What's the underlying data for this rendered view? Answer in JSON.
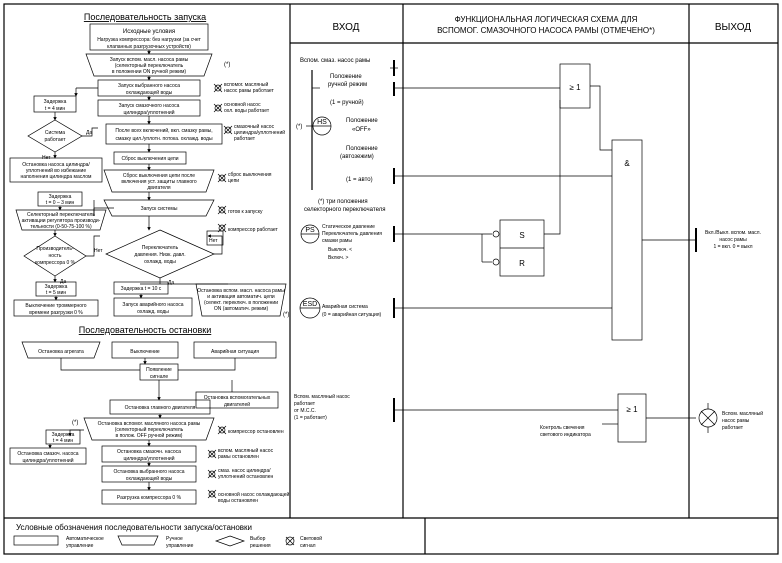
{
  "header": {
    "start_sequence_title": "Последовательность запуска",
    "input": "ВХОД",
    "logic_title_1": "ФУНКЦИОНАЛЬНАЯ ЛОГИЧЕСКАЯ СХЕМА ДЛЯ",
    "logic_title_2": "ВСПОМОГ. СМАЗОЧНОГО НАСОСА РАМЫ (ОТМЕЧЕНО*)",
    "output": "ВЫХОД"
  },
  "start": {
    "initial_1": "Исходные условия",
    "initial_2": "Нагрузка компрессора: без нагрузки (за счет",
    "initial_3": "клапанных разгрузочных устройств)",
    "s1_1": "Запуск вспом. масл. насоса рамы",
    "s1_2": "(селекторный переключатель",
    "s1_3": "в положении ON ручной режим)",
    "s1_star": "(*)",
    "s2_1": "Запуск выбранного насоса",
    "s2_2": "охлаждающей воды",
    "s2_note_1": "вспомог. масляный",
    "s2_note_2": "насос рамы работает",
    "s3_1": "Запуск смазочного насоса",
    "s3_2": "цилиндра/уплотнений",
    "s3_note_1": "основной насос",
    "s3_note_2": "охл. воды работает",
    "s4_1": "После всех включений, вкл. смазку рамы,",
    "s4_2": "смазку цил./уплотн. потока. охлажд. воды",
    "s4_note_1": "смазочный насос",
    "s4_note_2": "цилиндра/уплотнений",
    "s4_note_3": "работает",
    "s4_star": "(*)",
    "reset": "Сброс выключения цепи",
    "s5_1": "Сброс выключения цепи после",
    "s5_2": "включения уст. защиты главного",
    "s5_3": "двигателя",
    "s5_note_1": "сброс выключения",
    "s5_note_2": "цепи",
    "sys": "Запуск системы",
    "sys_note": "готов к запуску",
    "comp_note": "компрессор работает",
    "diamond_1": "Переключатель",
    "diamond_2": "давления. Низк. давл.",
    "diamond_3": "охлажд. воды",
    "no": "Нет",
    "yes": "Да",
    "delay10": "Задержка t = 10 с",
    "unload_1": "Запуск аварийного насоса",
    "unload_2": "охлажд. воды",
    "stop_aux_1": "Остановка вспом. масл. насоса рамы",
    "stop_aux_2": "и активация автоматич. цепи",
    "stop_aux_3": "(селект. переключ. в положении",
    "stop_aux_4": "ON (автоматич. режим)",
    "stop_aux_star": "(*)",
    "d4_1": "Задержка",
    "d4_2": "t = 4 мин",
    "sysrun_1": "Система",
    "sysrun_2": "работает",
    "da": "Да",
    "net": "Нет",
    "stopcyl_1": "Остановка насоса цилиндра/",
    "stopcyl_2": "уплотнений во избежание",
    "stopcyl_3": "наполнения цилиндра маслом",
    "d03_1": "Задержка",
    "d03_2": "t = 0 – 3 мин",
    "sel_1": "Селекторный переключатель",
    "sel_2": "активации регулятора производи-",
    "sel_3": "тельности (0-50-75-100 %)",
    "prod_1": "Производитель-",
    "prod_2": "ность",
    "prod_3": "компрессора 0 %",
    "prod_no": "Нет",
    "prod_yes": "Да",
    "d5_1": "Задержка",
    "d5_2": "t = 5 мин",
    "offunl_1": "Выключение троммерного",
    "offunl_2": "времени разгрузки 0 %"
  },
  "stop": {
    "title": "Последовательность остановки",
    "unit": "Остановка агрегата",
    "off": "Выключение",
    "emerg": "Аварийная ситуация",
    "signal_1": "Появление",
    "signal_2": "сигнале",
    "main": "Остановка главного двигателя",
    "aux_motors_1": "Остановка вспомогательных",
    "aux_motors_2": "двигателей",
    "d4_1": "Задержка",
    "d4_2": "t = 4 мин",
    "aux_pump_1": "Остановка вспомог. масляного насоса рамы",
    "aux_pump_2": "(селекторный переключатель",
    "aux_pump_3": "в полож. OFF ручной режим)",
    "aux_pump_star": "(*)",
    "aux_pump_note": "компрессор остановлен",
    "cyl_1": "Остановка смазоч. насоса",
    "cyl_2": "цилиндра/уплотнений",
    "lub_1": "Остановка смазочн. насоса",
    "lub_2": "цилиндра/уплотнений",
    "lub_note_1": "вспом. масляный насос",
    "lub_note_2": "рамы остановлен",
    "cw_1": "Остановка выбранного насоса",
    "cw_2": "охлаждающей воды",
    "cw_note_1": "смаз. насос цилиндра/",
    "cw_note_2": "уплотнений остановлен",
    "unl_1": "Разгрузка компрессора 0 %",
    "unl_note_1": "основной насос охлаждающей",
    "unl_note_2": "воды остановлен"
  },
  "logic": {
    "pump_label": "Вспом. смаз. насос рамы",
    "pos_manual_1": "Положение",
    "pos_manual_2": "ручной режим",
    "pos_manual_3": "(1 = ручной)",
    "hs": "HS",
    "pos_off_1": "Положение",
    "pos_off_2": "«OFF»",
    "pos_auto_1": "Положение",
    "pos_auto_2": "(автозежим)",
    "auto_val": "(1 = авто)",
    "star_note_1": "(*) три положения",
    "star_note_2": "селекторного переключателя",
    "star": "(*)",
    "ps": "PS",
    "ps_1": "Статическое давление",
    "ps_2": "Переключатель давления",
    "ps_3": "смазки рамы",
    "ps_on": "Выключ. <",
    "ps_on2": "Включ. >",
    "esd": "ESD",
    "esd_1": "Аварийная система",
    "esd_2": "(0 = аварийная ситуация)",
    "mcc_1": "Вспом. масляный насос",
    "mcc_2": "работает",
    "mcc_3": "от M.C.C.",
    "mcc_4": "(1 = работает)",
    "or1": "≥ 1",
    "and": "&",
    "s": "S",
    "r": "R",
    "or2": "≥ 1",
    "lamp_1": "Контроль свечения",
    "lamp_2": "светового индикатора"
  },
  "output": {
    "out1_1": "Вкл./Выкл. вспом. масл.",
    "out1_2": "насос рамы",
    "out1_3": "1 = вкл. 0 = выкл",
    "out2_1": "Вспом. масляный",
    "out2_2": "насос рамы",
    "out2_3": "работает"
  },
  "legend": {
    "title": "Условные обозначения последовательности запуска/остановки",
    "auto_1": "Автоматическое",
    "auto_2": "управление",
    "manual_1": "Ручное",
    "manual_2": "управление",
    "choice_1": "Выбор",
    "choice_2": "решения",
    "signal_1": "Световой",
    "signal_2": "сигнал"
  }
}
